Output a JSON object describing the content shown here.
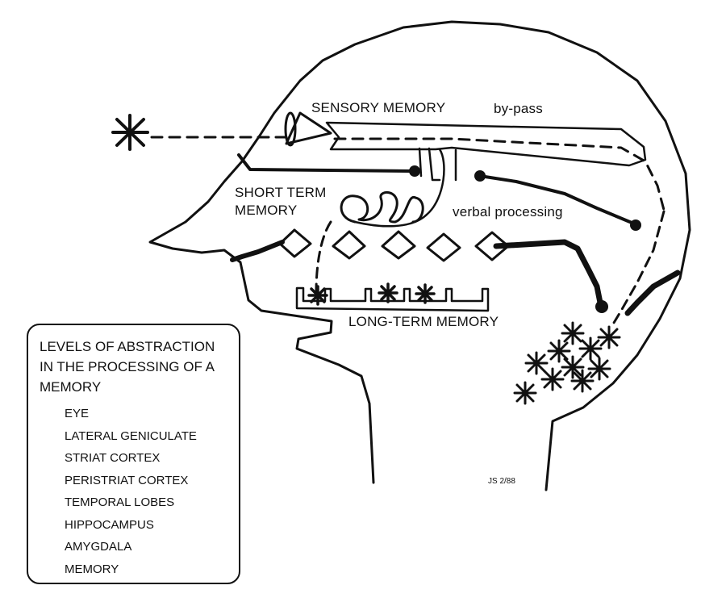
{
  "labels": {
    "sensory_memory": "SENSORY MEMORY",
    "bypass": "by-pass",
    "short_term_memory_line1": "SHORT TERM",
    "short_term_memory_line2": "MEMORY",
    "verbal_processing": "verbal processing",
    "long_term_memory": "LONG-TERM MEMORY"
  },
  "legend": {
    "title_lines": [
      "LEVELS OF ABSTRACTION",
      "IN THE PROCESSING OF A",
      "MEMORY"
    ],
    "items": [
      "EYE",
      "LATERAL GENICULATE",
      "STRIAT CORTEX",
      "PERISTRIAT CORTEX",
      "TEMPORAL LOBES",
      "HIPPOCAMPUS",
      "AMYGDALA",
      "MEMORY"
    ]
  },
  "signature": "JS 2/88",
  "colors": {
    "ink": "#111111",
    "paper": "#ffffff"
  }
}
